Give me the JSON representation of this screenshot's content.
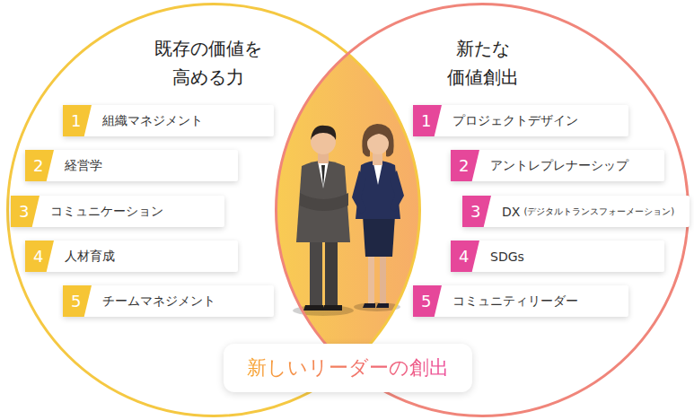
{
  "diagram": {
    "nodes": [
      {
        "text": [
          "既存の価値を 高める力"
        ]
      },
      {
        "text": [
          "1",
          "組織マネジメント"
        ],
        "in": 0
      },
      {
        "text": [
          "2",
          "経営学"
        ],
        "in": 0
      },
      {
        "text": [
          "3",
          "コミュニケーション"
        ],
        "in": 0
      },
      {
        "text": [
          "4",
          "人材育成"
        ],
        "in": 0
      },
      {
        "text": [
          "5",
          "チームマネジメント"
        ],
        "in": 0
      },
      {
        "text": [
          "新たな 価値創出"
        ]
      },
      {
        "text": [
          "1",
          "プロジェクトデザイン"
        ],
        "in": 6
      },
      {
        "text": [
          "2",
          "アントレプレナーシップ"
        ],
        "in": 6
      },
      {
        "text": [
          "3",
          "DX",
          "(デジタルトランスフォーメーション)"
        ],
        "in": 6
      },
      {
        "text": [
          "4",
          "SDGs"
        ],
        "in": 6
      },
      {
        "text": [
          "5",
          "コミュニティリーダー"
        ],
        "in": 6
      },
      {
        "text": [
          "新しいリーダーの創出"
        ]
      }
    ]
  }
}
